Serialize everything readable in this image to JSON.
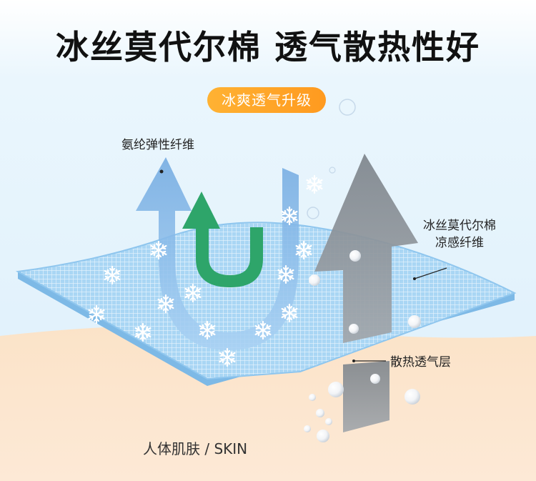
{
  "title": "冰丝莫代尔棉  透气散热性好",
  "badge": "冰爽透气升级",
  "labels": {
    "spandex": "氨纶弹性纤维",
    "modal_line1": "冰丝莫代尔棉",
    "modal_line2": "凉感纤维",
    "layer": "散热透气层",
    "skin": "人体肌肤 / SKIN"
  },
  "colors": {
    "badge": "#ff9f24",
    "fabric": "#8cc8f0",
    "blue_arrow": "#7fb6e6",
    "green_arrow": "#2ea56a",
    "gray_arrow": "#8f959b",
    "skin": "#fbe4cc"
  },
  "icons": [
    "snowflake-icon",
    "bubble-icon"
  ]
}
